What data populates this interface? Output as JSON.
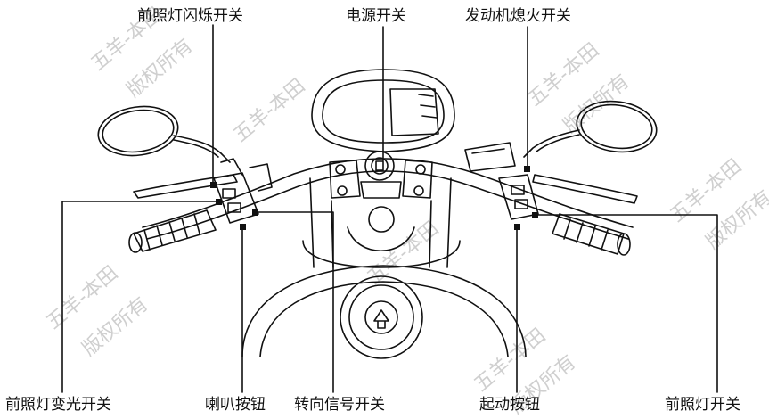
{
  "labels": {
    "headlight_flash_switch": "前照灯闪烁开关",
    "power_switch": "电源开关",
    "engine_stop_switch": "发动机熄火开关",
    "headlight_dimmer_switch": "前照灯变光开关",
    "horn_button": "喇叭按钮",
    "turn_signal_switch": "转向信号开关",
    "start_button": "起动按钮",
    "headlight_switch": "前照灯开关"
  },
  "watermark": {
    "line1": "五羊-本田",
    "line2": "版权所有"
  },
  "colors": {
    "line": "#111111",
    "watermark": "#cfcfcf"
  }
}
